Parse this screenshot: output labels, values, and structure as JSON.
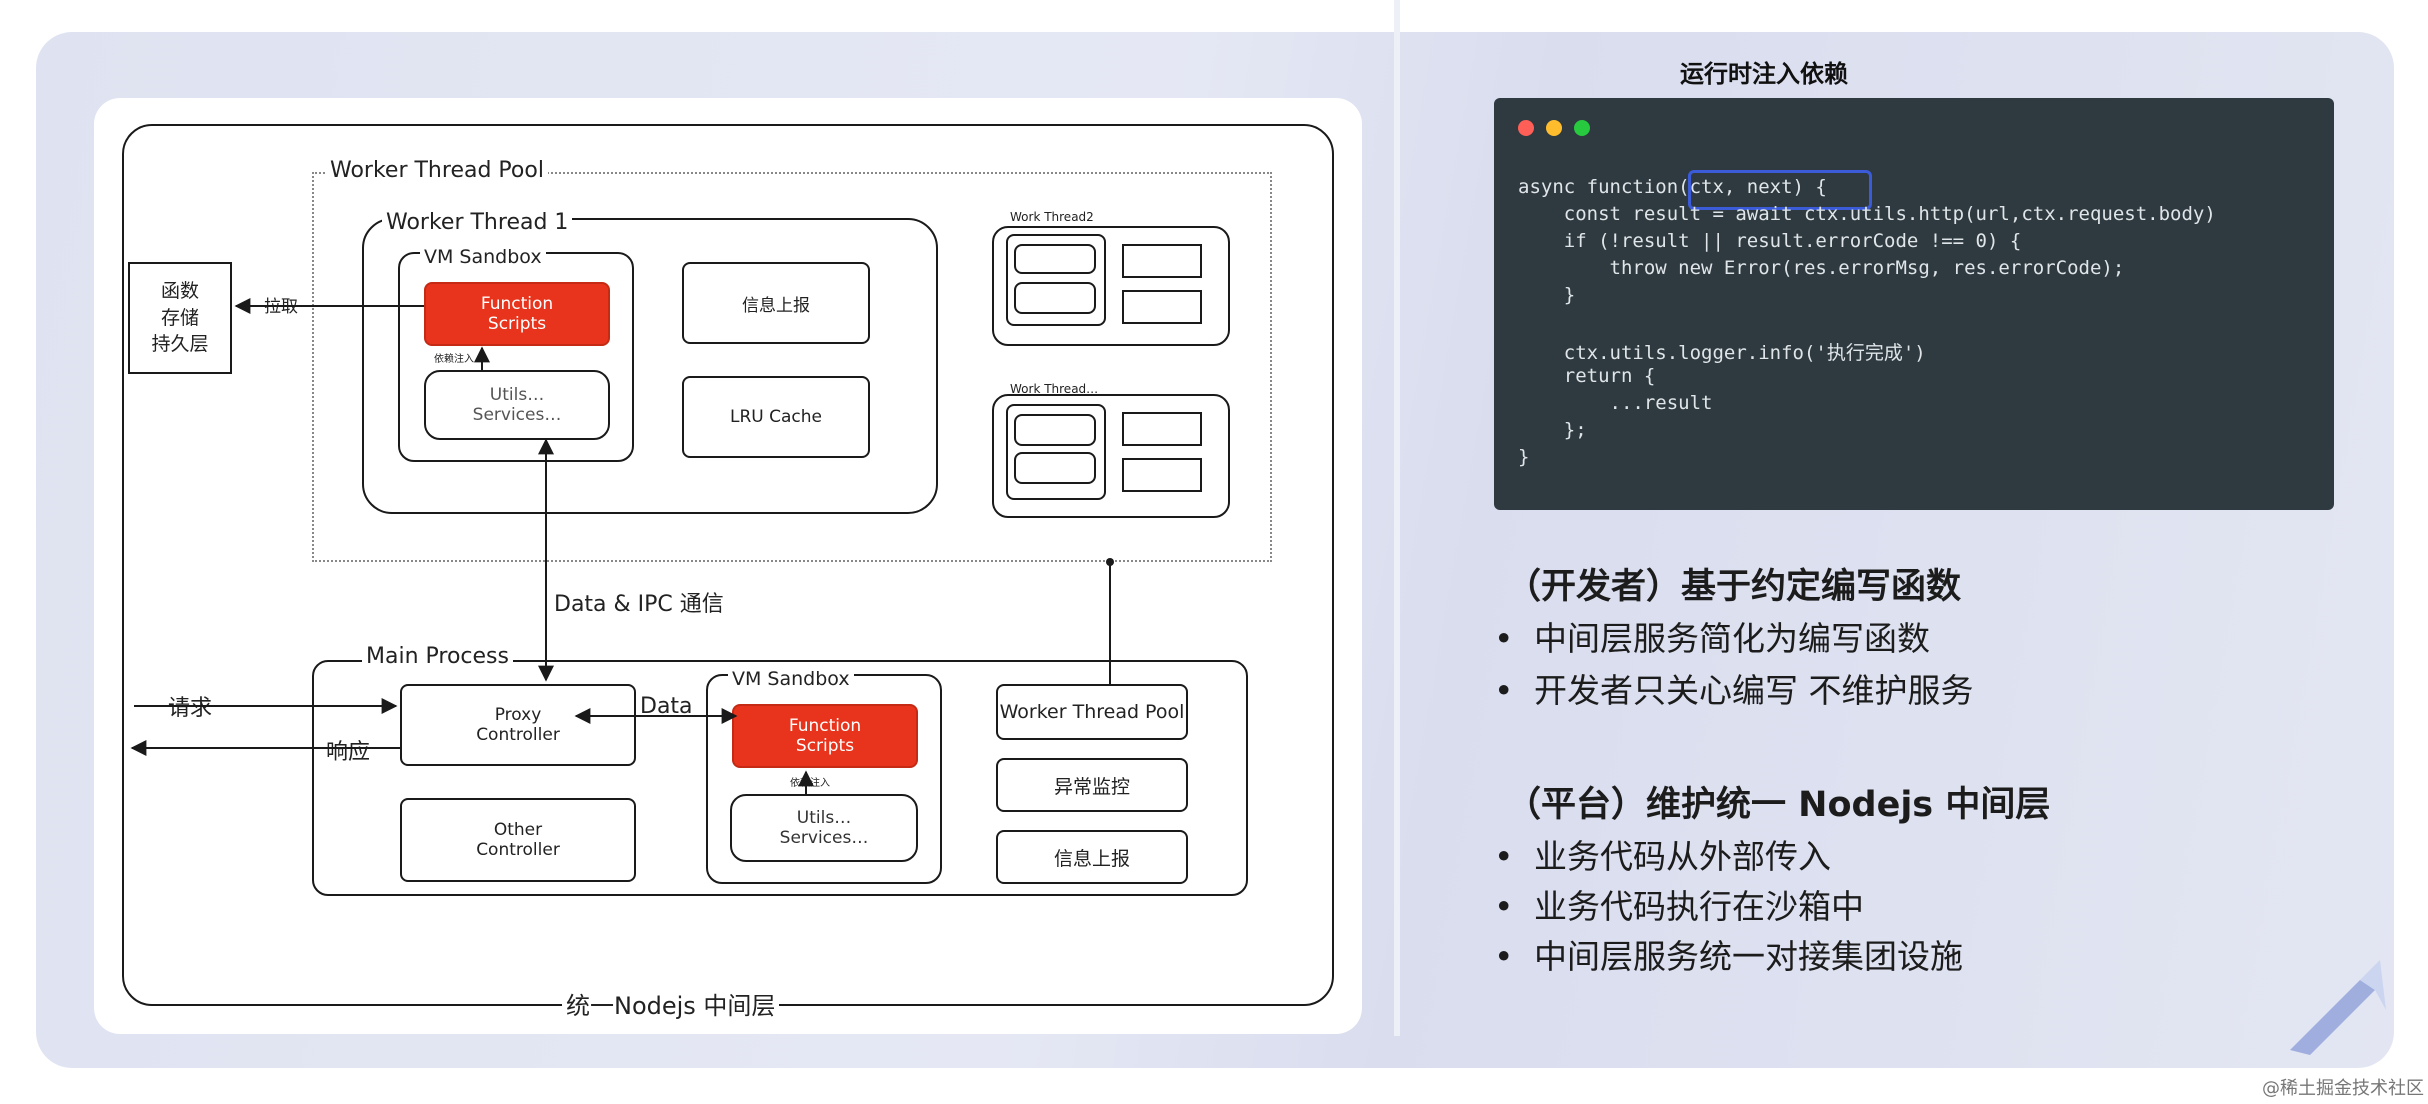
{
  "right": {
    "code_heading": "运行时注入依赖",
    "code_lines": [
      "async function(ctx, next) {",
      "    const result = await ctx.utils.http(url,ctx.request.body)",
      "    if (!result || result.errorCode !== 0) {",
      "        throw new Error(res.errorMsg, res.errorCode);",
      "    }",
      "",
      "    ctx.utils.logger.info('执行完成')",
      "    return {",
      "        ...result",
      "    };",
      "}"
    ],
    "window_dots": [
      "#ff5f56",
      "#ffbd2e",
      "#27c93f"
    ],
    "section1_title": "（开发者）基于约定编写函数",
    "section1_items": [
      "中间层服务简化为编写函数",
      "开发者只关心编写 不维护服务"
    ],
    "section2_title": "（平台）维护统一 Nodejs 中间层",
    "section2_items": [
      "业务代码从外部传入",
      "业务代码执行在沙箱中",
      "中间层服务统一对接集团设施"
    ],
    "bullet": "•"
  },
  "diagram": {
    "outer_label": "统一Nodejs 中间层",
    "worker_pool_label": "Worker Thread Pool",
    "worker_thread1_label": "Worker Thread 1",
    "vm_sandbox_label": "VM Sandbox",
    "function_scripts": "Function Scripts",
    "dep_inject": "依赖注入",
    "utils_services": "Utils… Services…",
    "info_report": "信息上报",
    "lru_cache": "LRU  Cache",
    "work_thread2": "Work Thread2",
    "work_thread_more": "Work Thread…",
    "storage": "函数 存储 持久层",
    "pull": "拉取",
    "data_ipc": "Data & IPC 通信",
    "main_process": "Main Process",
    "request": "请求",
    "response": "响应",
    "proxy_controller": "Proxy Controller",
    "other_controller": "Other Controller",
    "data": "Data",
    "main_vm_sandbox": "VM Sandbox",
    "main_function_scripts": "Function Scripts",
    "main_dep_inject": "依赖注入",
    "main_utils_services": "Utils… Services…",
    "main_worker_pool": "Worker Thread Pool",
    "exception_monitor": "异常监控",
    "main_info_report": "信息上报"
  },
  "colors": {
    "accent_red": "#e8341c",
    "code_bg": "#2e3a40",
    "highlight": "#3b5bd9"
  },
  "watermark": "@稀土掘金技术社区"
}
